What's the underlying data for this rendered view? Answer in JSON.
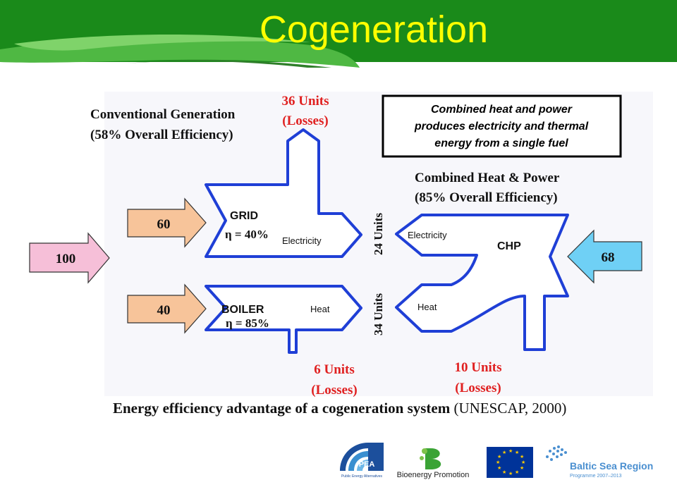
{
  "title": "Cogeneration",
  "diagram": {
    "conventional_heading": "Conventional Generation",
    "conventional_efficiency": "(58% Overall Efficiency)",
    "chp_heading": "Combined Heat & Power",
    "chp_efficiency": "(85% Overall Efficiency)",
    "callout_line1": "Combined heat and power",
    "callout_line2": "produces electricity and thermal",
    "callout_line3": "energy from a single fuel",
    "input_total": "100",
    "input_grid": "60",
    "input_boiler": "40",
    "input_chp": "68",
    "grid_label": "GRID",
    "grid_eff": "η = 40%",
    "grid_output": "Electricity",
    "boiler_label": "BOILER",
    "boiler_eff": "η = 85%",
    "boiler_output": "Heat",
    "chp_label": "CHP",
    "chp_elec": "Electricity",
    "chp_heat": "Heat",
    "units_elec": "24 Units",
    "units_heat": "34 Units",
    "grid_losses_units": "36 Units",
    "grid_losses_label": "(Losses)",
    "boiler_losses_units": "6 Units",
    "boiler_losses_label": "(Losses)",
    "chp_losses_units": "10 Units",
    "chp_losses_label": "(Losses)"
  },
  "caption": {
    "bold": "Energy efficiency advantage of a cogeneration system",
    "source": "(UNESCAP, 2000)"
  },
  "logos": {
    "pea": "PEA",
    "pea_sub": "Public Energy Alternatives",
    "bioenergy": "Bioenergy Promotion",
    "baltic": "Baltic Sea Region",
    "baltic_sub": "Programme 2007–2013"
  },
  "colors": {
    "header_green": "#1a8a1a",
    "leaf_green": "#3aa335",
    "title_yellow": "#ffff00",
    "flow_blue": "#1f3fd6",
    "loss_red": "#e02020",
    "input_orange": "#f7c49a",
    "input_pink": "#f6bfd8",
    "input_cyan": "#6fd0f5"
  }
}
